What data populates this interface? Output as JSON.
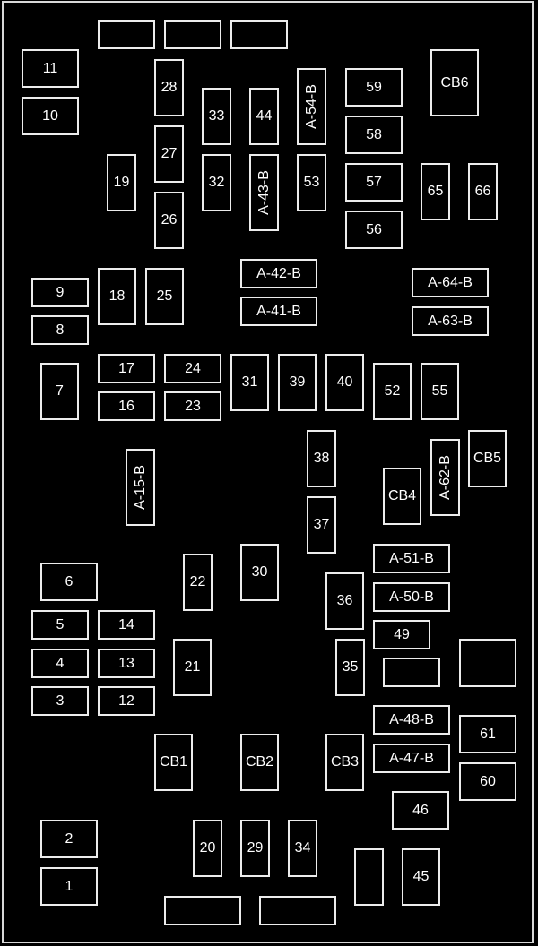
{
  "diagram": {
    "slots": {
      "s1": "1",
      "s2": "2",
      "s3": "3",
      "s4": "4",
      "s5": "5",
      "s6": "6",
      "s7": "7",
      "s8": "8",
      "s9": "9",
      "s10": "10",
      "s11": "11",
      "s12": "12",
      "s13": "13",
      "s14": "14",
      "s16": "16",
      "s17": "17",
      "s18": "18",
      "s19": "19",
      "s20": "20",
      "s21": "21",
      "s22": "22",
      "s23": "23",
      "s24": "24",
      "s25": "25",
      "s26": "26",
      "s27": "27",
      "s28": "28",
      "s29": "29",
      "s30": "30",
      "s31": "31",
      "s32": "32",
      "s33": "33",
      "s34": "34",
      "s35": "35",
      "s36": "36",
      "s37": "37",
      "s38": "38",
      "s39": "39",
      "s40": "40",
      "s44": "44",
      "s45": "45",
      "s46": "46",
      "s49": "49",
      "s52": "52",
      "s53": "53",
      "s55": "55",
      "s56": "56",
      "s57": "57",
      "s58": "58",
      "s59": "59",
      "s60": "60",
      "s61": "61",
      "s65": "65",
      "s66": "66",
      "cb1": "CB1",
      "cb2": "CB2",
      "cb3": "CB3",
      "cb4": "CB4",
      "cb5": "CB5",
      "cb6": "CB6",
      "a15b": "A-15-B",
      "a41b": "A-41-B",
      "a42b": "A-42-B",
      "a43b": "A-43-B",
      "a47b": "A-47-B",
      "a48b": "A-48-B",
      "a50b": "A-50-B",
      "a51b": "A-51-B",
      "a54b": "A-54-B",
      "a62b": "A-62-B",
      "a63b": "A-63-B",
      "a64b": "A-64-B"
    }
  }
}
